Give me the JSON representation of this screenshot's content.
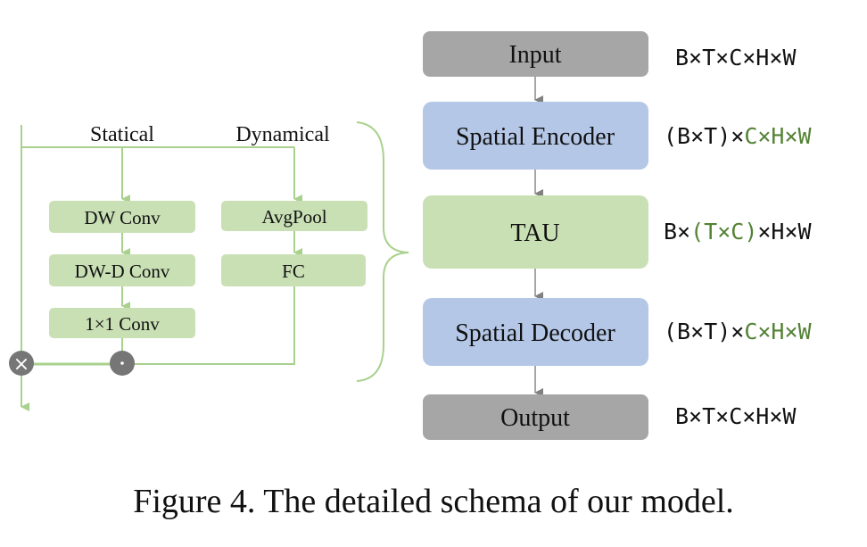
{
  "colors": {
    "green_fill": "#c9e0b5",
    "green_line": "#a9d18e",
    "blue_fill": "#b4c7e7",
    "gray_fill": "#a6a6a6",
    "arrow_gray": "#808080",
    "circle_gray": "#767676",
    "dim_green": "#548235",
    "text": "#111111"
  },
  "left_module": {
    "branch_labels": {
      "statical": "Statical",
      "dynamical": "Dynamical"
    },
    "statical_blocks": [
      "DW Conv",
      "DW-D Conv",
      "1×1 Conv"
    ],
    "dynamical_blocks": [
      "AvgPool",
      "FC"
    ],
    "ops": {
      "multiply": "×",
      "hadamard": "·"
    }
  },
  "pipeline": {
    "blocks": [
      {
        "label": "Input",
        "kind": "gray"
      },
      {
        "label": "Spatial Encoder",
        "kind": "blue"
      },
      {
        "label": "TAU",
        "kind": "green"
      },
      {
        "label": "Spatial Decoder",
        "kind": "blue"
      },
      {
        "label": "Output",
        "kind": "gray"
      }
    ],
    "shapes": [
      [
        {
          "t": "B×T×C×H×W",
          "c": "black"
        }
      ],
      [
        {
          "t": "(B×T)×",
          "c": "black"
        },
        {
          "t": "C×H×W",
          "c": "green"
        }
      ],
      [
        {
          "t": "B×",
          "c": "black"
        },
        {
          "t": "(T×C)",
          "c": "green"
        },
        {
          "t": "×H×W",
          "c": "black"
        }
      ],
      [
        {
          "t": "(B×T)×",
          "c": "black"
        },
        {
          "t": "C×H×W",
          "c": "green"
        }
      ],
      [
        {
          "t": "B×T×C×H×W",
          "c": "black"
        }
      ]
    ]
  },
  "caption": "Figure 4. The detailed schema of our model."
}
